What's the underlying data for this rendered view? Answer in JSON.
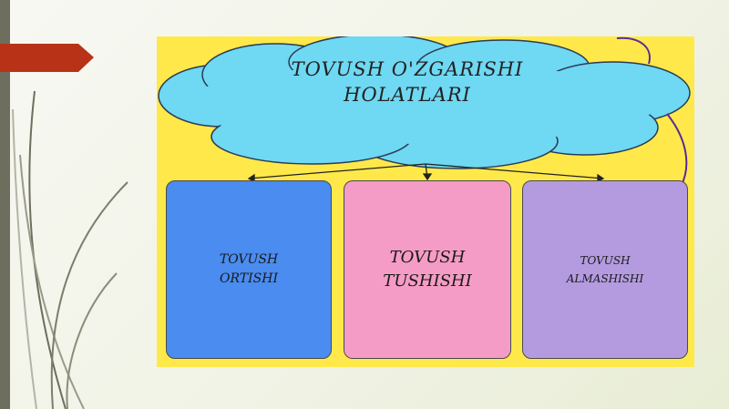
{
  "diagram": {
    "title_line1": "TOVUSH O'ZGARISHI",
    "title_line2": "HOLATLARI",
    "boxes": [
      {
        "line1": "TOVUSH",
        "line2": "ORTISHI"
      },
      {
        "line1": "TOVUSH",
        "line2": "TUSHISHI"
      },
      {
        "line1": "TOVUSH",
        "line2": "ALMASHISHI"
      }
    ]
  },
  "colors": {
    "panel": "#ffe94a",
    "cloud": "#6fd8f2",
    "box_blue": "#4a8cf0",
    "box_pink": "#f59cc6",
    "box_purple": "#b49be0",
    "arrow_tab": "#b83218"
  }
}
